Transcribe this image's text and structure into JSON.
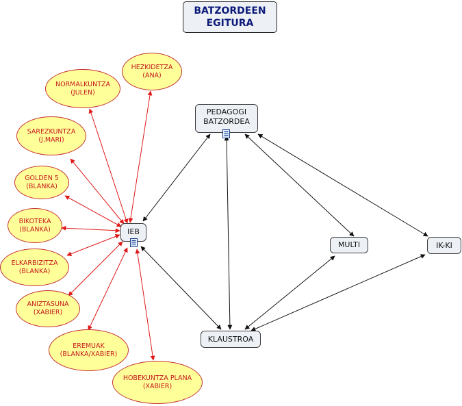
{
  "title": {
    "line1": "BATZORDEEN",
    "line2": "EGITURA"
  },
  "colors": {
    "oval_fill": "#ffff99",
    "oval_text": "#c4161c",
    "red_arrow": "#e01818",
    "black_arrow": "#111111",
    "box_fill": "#edf1f5",
    "title_text": "#0c1a7a"
  },
  "nodes": {
    "pedagogi": {
      "line1": "PEDAGOGI",
      "line2": "BATZORDEA",
      "icon": "document-icon"
    },
    "ieb": {
      "label": "IEB",
      "icon": "document-icon"
    },
    "multi": {
      "label": "MULTI"
    },
    "ikki": {
      "label": "IK-KI"
    },
    "klaustroa": {
      "label": "KLAUSTROA"
    }
  },
  "ovals": [
    {
      "line1": "HEZKIDETZA",
      "line2": "(ANA)"
    },
    {
      "line1": "NORMALKUNTZA",
      "line2": "(JULEN)"
    },
    {
      "line1": "SAREZKUNTZA",
      "line2": "(J.MARI)"
    },
    {
      "line1": "GOLDEN 5",
      "line2": "(BLANKA)"
    },
    {
      "line1": "BIKOTEKA",
      "line2": "(BLANKA)"
    },
    {
      "line1": "ELKARBIZITZA",
      "line2": "(BLANKA)"
    },
    {
      "line1": "ANIZTASUNA",
      "line2": "(XABIER)"
    },
    {
      "line1": "EREMUAK",
      "line2": "(BLANKA/XABIER)"
    },
    {
      "line1": "HOBEKUNTZA PLANA",
      "line2": "(XABIER)"
    }
  ],
  "edges": [
    {
      "from": "pedagogi",
      "to": "ieb",
      "style": "black",
      "direction": "both"
    },
    {
      "from": "pedagogi",
      "to": "klaustroa",
      "style": "black",
      "direction": "both"
    },
    {
      "from": "pedagogi",
      "to": "multi",
      "style": "black",
      "direction": "both"
    },
    {
      "from": "pedagogi",
      "to": "ikki",
      "style": "black",
      "direction": "both"
    },
    {
      "from": "ieb",
      "to": "klaustroa",
      "style": "black",
      "direction": "both"
    },
    {
      "from": "multi",
      "to": "klaustroa",
      "style": "black",
      "direction": "both"
    },
    {
      "from": "ikki",
      "to": "klaustroa",
      "style": "black",
      "direction": "both"
    },
    {
      "from": "ieb",
      "to": "HEZKIDETZA",
      "style": "red",
      "direction": "both"
    },
    {
      "from": "ieb",
      "to": "NORMALKUNTZA",
      "style": "red",
      "direction": "both"
    },
    {
      "from": "ieb",
      "to": "SAREZKUNTZA",
      "style": "red",
      "direction": "both"
    },
    {
      "from": "ieb",
      "to": "GOLDEN 5",
      "style": "red",
      "direction": "both"
    },
    {
      "from": "ieb",
      "to": "BIKOTEKA",
      "style": "red",
      "direction": "both"
    },
    {
      "from": "ieb",
      "to": "ELKARBIZITZA",
      "style": "red",
      "direction": "both"
    },
    {
      "from": "ieb",
      "to": "ANIZTASUNA",
      "style": "red",
      "direction": "both"
    },
    {
      "from": "ieb",
      "to": "EREMUAK",
      "style": "red",
      "direction": "both"
    },
    {
      "from": "ieb",
      "to": "HOBEKUNTZA PLANA",
      "style": "red",
      "direction": "both"
    }
  ]
}
